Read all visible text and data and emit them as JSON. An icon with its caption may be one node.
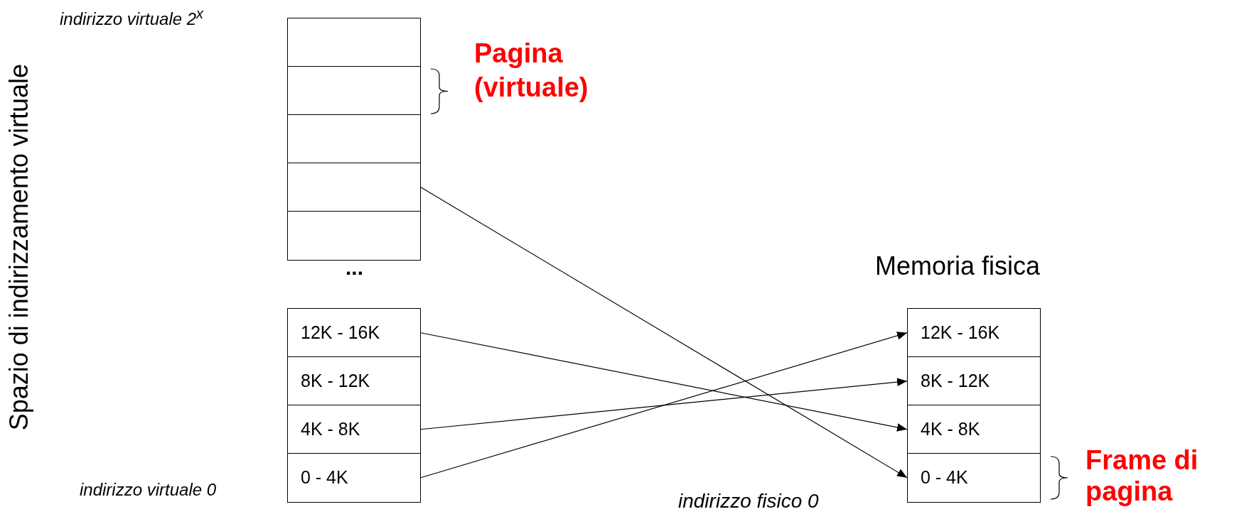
{
  "diagram": {
    "nodes": [
      {
        "text": [],
        "shape": "box"
      },
      {
        "text": [],
        "shape": "box"
      },
      {
        "text": [],
        "shape": "box"
      },
      {
        "text": [],
        "shape": "box"
      },
      {
        "text": [],
        "shape": "box"
      },
      {
        "text": [
          "12K - 16K"
        ]
      },
      {
        "text": [
          "8K - 12K"
        ]
      },
      {
        "text": [
          "4K - 8K"
        ]
      },
      {
        "text": [
          "0 - 4K"
        ]
      },
      {
        "text": [
          "12K - 16K"
        ]
      },
      {
        "text": [
          "8K - 12K"
        ]
      },
      {
        "text": [
          "4K - 8K"
        ]
      },
      {
        "text": [
          "0 - 4K"
        ]
      }
    ],
    "edges": [
      {
        "from": 3,
        "to": 12,
        "arrow": "to"
      },
      {
        "from": 5,
        "to": 11,
        "arrow": "to"
      },
      {
        "from": 7,
        "to": 10,
        "arrow": "to"
      },
      {
        "from": 8,
        "to": 9,
        "arrow": "to"
      }
    ],
    "labels": [
      "indirizzo virtuale 2$^{x}$",
      "Spazio di indirizzamento virtuale",
      "Pagina (virtuale)",
      "...",
      "indirizzo virtuale 0",
      "Memoria fisica",
      "indirizzo fisico 0",
      "Frame di pagina"
    ]
  }
}
